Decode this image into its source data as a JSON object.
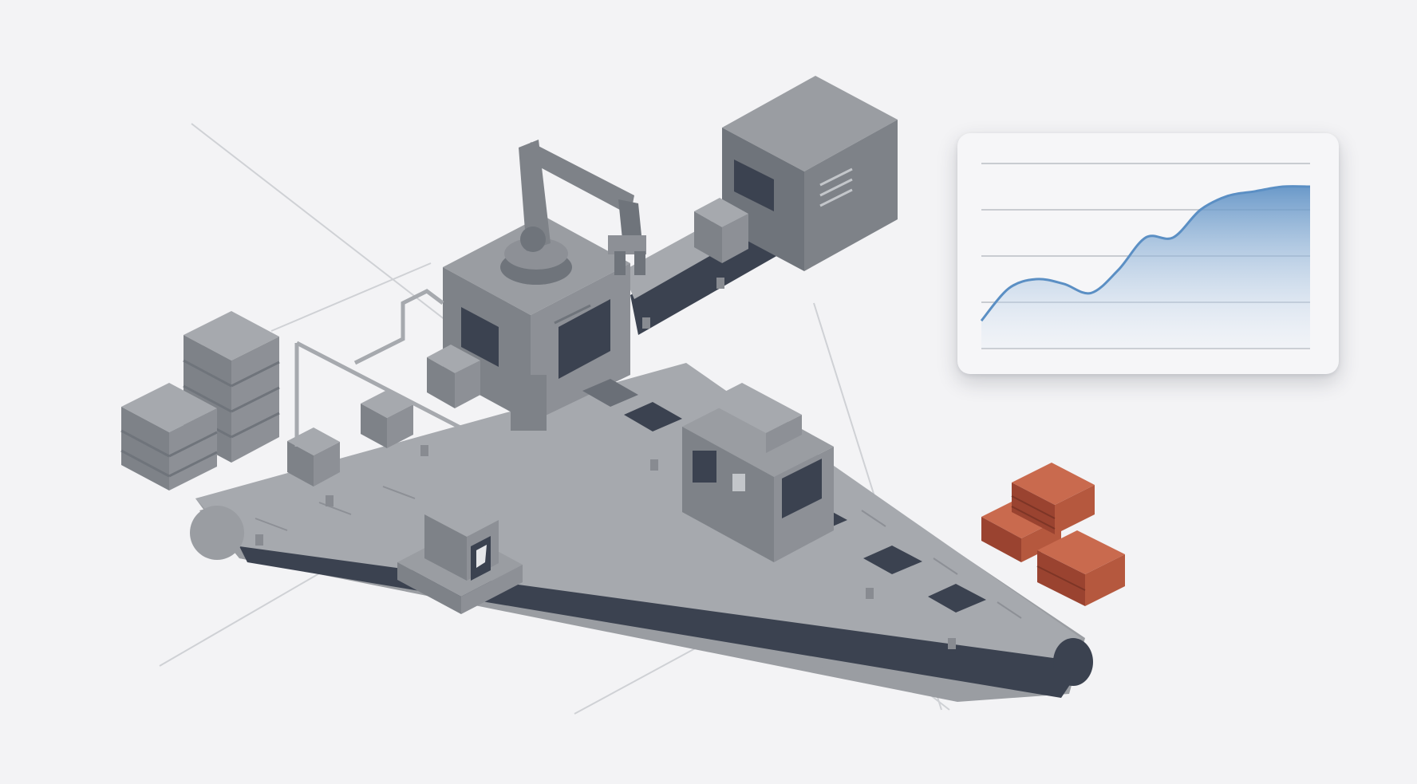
{
  "colors": {
    "background": "#f3f3f5",
    "machine_light": "#9a9da2",
    "machine_mid": "#7e8288",
    "machine_dark": "#62676e",
    "belt_navy": "#3b4250",
    "finished_goods": "#b5583e",
    "chart_line": "#5b8fc4"
  },
  "icons": {
    "robot": "robotic-arm-icon",
    "chart": "rising-area-chart-icon"
  },
  "chart_data": {
    "type": "area",
    "title": "",
    "xlabel": "",
    "ylabel": "",
    "x": [
      0,
      1,
      2,
      3,
      4,
      5,
      6,
      7,
      8,
      9,
      10,
      11,
      12
    ],
    "series": [
      {
        "values": [
          0.6,
          1.3,
          1.5,
          1.4,
          1.2,
          1.7,
          2.4,
          2.4,
          3.0,
          3.3,
          3.4,
          3.5,
          3.5
        ]
      }
    ],
    "ylim": [
      0,
      4
    ],
    "grid": true,
    "legend": "none"
  }
}
